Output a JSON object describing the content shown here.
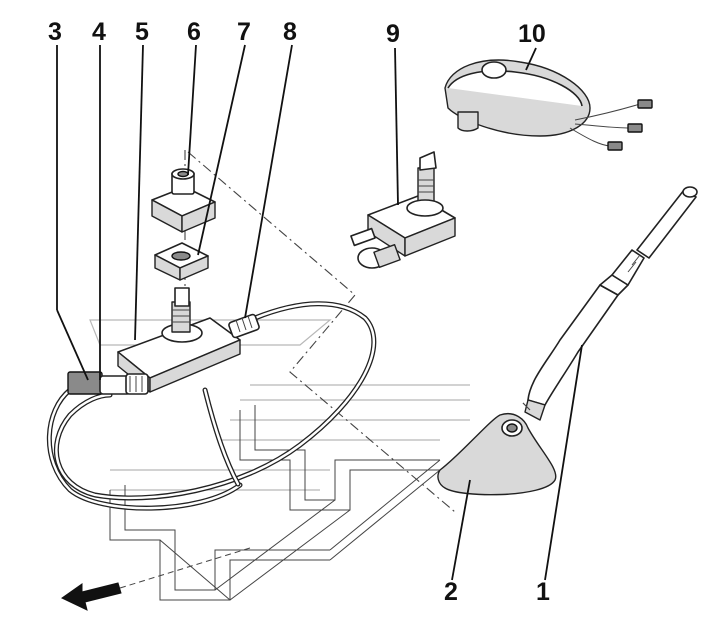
{
  "callouts": {
    "c1": "1",
    "c2": "2",
    "c3": "3",
    "c4": "4",
    "c5": "5",
    "c6": "6",
    "c7": "7",
    "c8": "8",
    "c9": "9",
    "c10": "10"
  },
  "colors": {
    "ink": "#111111",
    "shade": "#d9d9d9",
    "background": "#ffffff"
  }
}
